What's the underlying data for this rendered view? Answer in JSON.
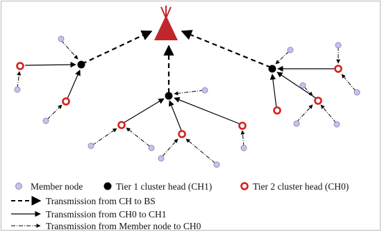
{
  "legend": {
    "member_node": "Member node",
    "tier1": "Tier 1 cluster head (CH1)",
    "tier2": "Tier 2 cluster head (CH0)",
    "ch_to_bs": "Transmission from CH to BS",
    "ch0_to_ch1": "Transmission from CH0 to CH1",
    "member_to_ch0": "Transmission from Member node to CH0"
  },
  "colors": {
    "base_station": "#c0272d",
    "member_fill": "#c7c3e6",
    "member_stroke": "#8f89c4",
    "tier1": "#000000",
    "tier2_ring": "#d81e1e"
  },
  "icons": {
    "base_station": "base-station-antenna-icon",
    "tier1": "filled-black-circle-icon",
    "tier2": "red-ring-icon",
    "member": "lavender-dot-icon"
  }
}
